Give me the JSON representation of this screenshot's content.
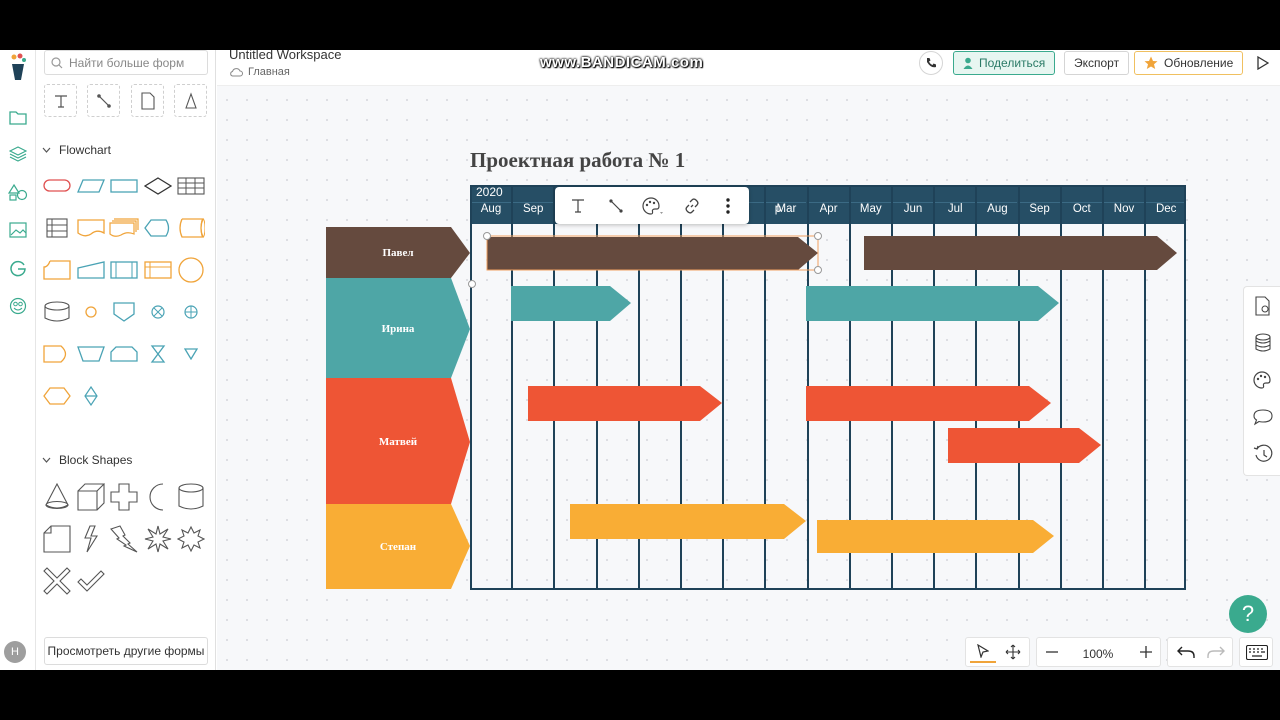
{
  "watermark": "www.BANDICAM.com",
  "header": {
    "workspace_title": "Untitled Workspace",
    "breadcrumb": "Главная",
    "share_label": "Поделиться",
    "export_label": "Экспорт",
    "upgrade_label": "Обновление"
  },
  "panel": {
    "search_placeholder": "Найти больше форм",
    "flowchart_label": "Flowchart",
    "block_shapes_label": "Block Shapes",
    "more_shapes_label": "Просмотреть другие формы"
  },
  "user": {
    "avatar_initial": "H"
  },
  "colors": {
    "teal_accent": "#3aaa8e",
    "flowchart_stroke": "#4aa3b5",
    "flowchart_orange": "#f0a43a",
    "flowchart_red": "#e05252",
    "grid_header": "#264e65",
    "pavel": "#654a3e",
    "irina": "#4ea6a6",
    "matvey": "#ee5535",
    "stepan": "#f9ad35"
  },
  "gantt": {
    "title": "Проектная работа № 1",
    "year": "2020",
    "months": [
      "Aug",
      "Sep",
      "",
      "",
      "",
      "",
      "",
      "Mar",
      "Apr",
      "May",
      "Jun",
      "Jul",
      "Aug",
      "Sep",
      "Oct",
      "Nov",
      "Dec"
    ],
    "month_partial": "p",
    "people": [
      "Павел",
      "Ирина",
      "Матвей",
      "Степан"
    ]
  },
  "zoom": {
    "level": "100%"
  }
}
